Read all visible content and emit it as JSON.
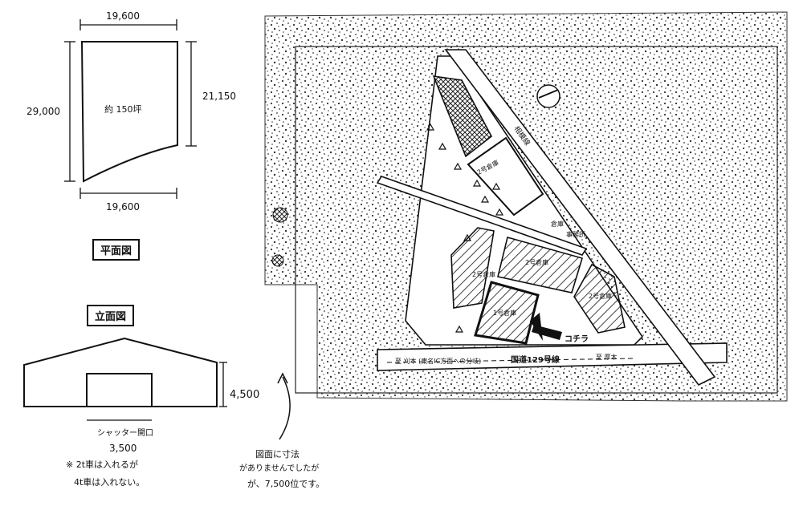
{
  "plan": {
    "top_width": "19,600",
    "bottom_width": "19,600",
    "left_height": "29,000",
    "right_height": "21,150",
    "area": "約 150坪",
    "title": "平面図"
  },
  "elevation": {
    "title": "立面図",
    "shutter_label": "シャッター開口",
    "shutter_width": "3,500",
    "height": "4,500",
    "note_line1": "※ 2t車は入れるが",
    "note_line2": "4t車は入れない。",
    "annotation_line1": "図面に寸法",
    "annotation_line2": "がありませんでしたが",
    "annotation_line3": "が、7,500位です。"
  },
  "site": {
    "road_left": "至 刈本 (東名IC方面への分岐)",
    "road_name": "国道129号線",
    "road_right": "至 厚木",
    "railway": "相模線",
    "building_1": "2号倉庫",
    "building_2": "2号倉庫",
    "building_3": "2号倉庫",
    "building_4": "2号倉庫",
    "building_5": "1号倉庫",
    "office": "事務所",
    "label_small": "倉庫",
    "arrow_label": "コチラ"
  }
}
